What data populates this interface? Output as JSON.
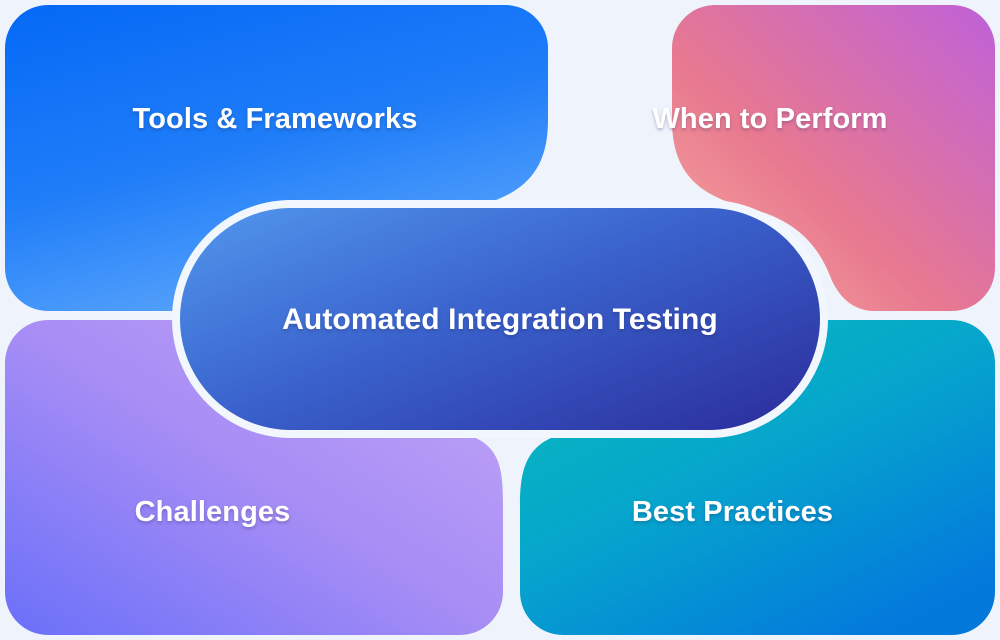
{
  "diagram": {
    "type": "central-concept-map",
    "background_color": "#eff4fc",
    "center": {
      "label": "Automated Integration Testing",
      "gradient_from": "#4a8be8",
      "gradient_to": "#2c2f9e",
      "border_color": "#f2f6fd",
      "text_color": "#ffffff"
    },
    "branches": [
      {
        "id": "tools-frameworks",
        "label": "Tools & Frameworks",
        "position": "top-left",
        "gradient_from": "#0a6cf5",
        "gradient_to": "#53a0fb",
        "text_color": "#ffffff"
      },
      {
        "id": "when-to-perform",
        "label": "When to Perform",
        "position": "top-right",
        "gradient_from": "#e8798f",
        "gradient_to": "#c264d6",
        "text_color": "#ffffff"
      },
      {
        "id": "challenges",
        "label": "Challenges",
        "position": "bottom-left",
        "gradient_from": "#b495f5",
        "gradient_to": "#6f74f8",
        "text_color": "#ffffff"
      },
      {
        "id": "best-practices",
        "label": "Best Practices",
        "position": "bottom-right",
        "gradient_from": "#06b8bd",
        "gradient_to": "#0481d8",
        "text_color": "#ffffff"
      }
    ]
  }
}
